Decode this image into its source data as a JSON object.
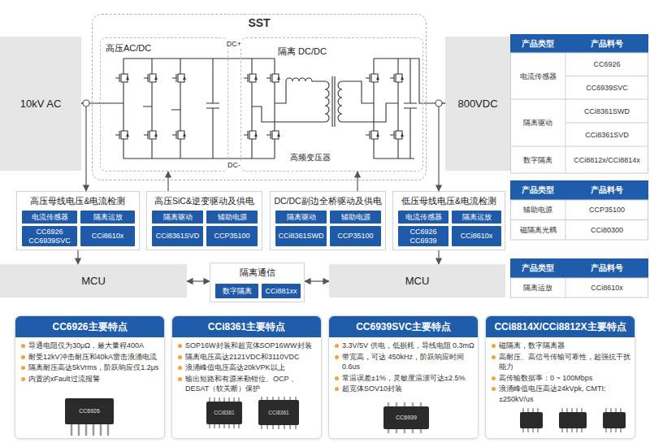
{
  "diagram": {
    "nodes": [
      {
        "text": [
          "10kV AC"
        ]
      },
      {
        "text": [
          "SST"
        ]
      },
      {
        "text": [
          "高压AC/DC"
        ],
        "in": 1
      },
      {
        "text": [
          "隔离 DC/DC",
          "高频变压器"
        ],
        "in": 1
      },
      {
        "text": [
          "800VDC"
        ]
      },
      {
        "text": [
          "高压母线电压&电流检测"
        ]
      },
      {
        "text": [
          "电流传感器"
        ],
        "in": 5
      },
      {
        "text": [
          "CC6926 CC6939SVC"
        ],
        "in": 5
      },
      {
        "text": [
          "隔离运放"
        ],
        "in": 5
      },
      {
        "text": [
          "CCi8610x"
        ],
        "in": 5
      },
      {
        "text": [
          "高压SiC&逆变驱动及供电"
        ]
      },
      {
        "text": [
          "隔离驱动"
        ],
        "in": 10
      },
      {
        "text": [
          "CCi8361SVD"
        ],
        "in": 10
      },
      {
        "text": [
          "辅助电源"
        ],
        "in": 10
      },
      {
        "text": [
          "CCP35100"
        ],
        "in": 10
      },
      {
        "text": [
          "DC/DC副边全桥驱动及供电"
        ]
      },
      {
        "text": [
          "隔离驱动"
        ],
        "in": 15
      },
      {
        "text": [
          "CCi8361SWD"
        ],
        "in": 15
      },
      {
        "text": [
          "辅助电源"
        ],
        "in": 15
      },
      {
        "text": [
          "CCP35100"
        ],
        "in": 15
      },
      {
        "text": [
          "低压母线电压&电流检测"
        ]
      },
      {
        "text": [
          "电流传感器"
        ],
        "in": 20
      },
      {
        "text": [
          "CC6926 CC6939"
        ],
        "in": 20
      },
      {
        "text": [
          "隔离运放"
        ],
        "in": 20
      },
      {
        "text": [
          "CCi8610x"
        ],
        "in": 20
      },
      {
        "text": [
          "MCU"
        ]
      },
      {
        "text": [
          "隔离通信"
        ]
      },
      {
        "text": [
          "数字隔离"
        ],
        "in": 26
      },
      {
        "text": [
          "CCi881xx"
        ],
        "in": 26
      },
      {
        "text": [
          "MCU"
        ]
      },
      {
        "text": [
          "CC6926主要特点",
          "导通电阻仅为30μΩ，最大量程400A",
          "耐受12kV冲击耐压和40kA雷击浪涌电流",
          "隔离耐压高达5kVrms，阶跃响应仅1.2μs",
          "内置的xFault过流报警"
        ]
      },
      {
        "text": [
          "CCi8361主要特点",
          "SOP16W封装和超宽体SOP16WW封装",
          "隔离电压高达2121VDC和3110VDC",
          "浪涌峰值电压高达20kVPK以上",
          "输出短路和有源米勒钳位、OCP 、DESAT（软关断）保护"
        ]
      },
      {
        "text": [
          "CC6939SVC主要特点",
          "3.3V/5V 供电，低损耗，导线电阻 0.3mΩ",
          "带宽高，可达 450kHz，阶跃响应时间 0.6us",
          "常温误差±1%，灵敏度温漂可达±2.5%",
          "超宽体SOV10封装"
        ]
      },
      {
        "text": [
          "CCi8814X/CCi8812X主要特点",
          "磁隔离，数字隔离器",
          "高耐压、高信号传输可靠性，超强抗干扰能力",
          "高传输数据率：0 ~ 100Mbps",
          "浪涌峰值电压高达24kVpk, CMTI: ±250kV/us"
        ]
      }
    ],
    "edges": [
      {
        "from": 0,
        "to": 2,
        "arrow": "none"
      },
      {
        "from": 3,
        "to": 4,
        "arrow": "none"
      },
      {
        "from": 0,
        "to": 5,
        "arrow": "to"
      },
      {
        "from": 4,
        "to": 20,
        "arrow": "to"
      },
      {
        "from": 10,
        "to": 2,
        "arrow": "to"
      },
      {
        "from": 15,
        "to": 3,
        "arrow": "to"
      },
      {
        "from": 5,
        "to": 25,
        "arrow": "to"
      },
      {
        "from": 20,
        "to": 29,
        "arrow": "to"
      },
      {
        "from": 25,
        "to": 26,
        "arrow": "both"
      },
      {
        "from": 26,
        "to": 29,
        "arrow": "both"
      }
    ],
    "labels": [
      "DC+",
      "DC-",
      "产品类型",
      "产品料号",
      "电流传感器",
      "CC6926",
      "CC6939SVC",
      "隔离驱动",
      "CCi8361SWD",
      "CCi8361SVD",
      "数字隔离",
      "CCi8812x/CCi8814x",
      "产品类型",
      "产品料号",
      "辅助电源",
      "CCP35100",
      "磁隔离光耦",
      "CCi80300",
      "产品类型",
      "产品料号",
      "隔离运放",
      "CCi8610x",
      "CC6926",
      "CCi8361",
      "CCi8361",
      "CC6939"
    ]
  }
}
